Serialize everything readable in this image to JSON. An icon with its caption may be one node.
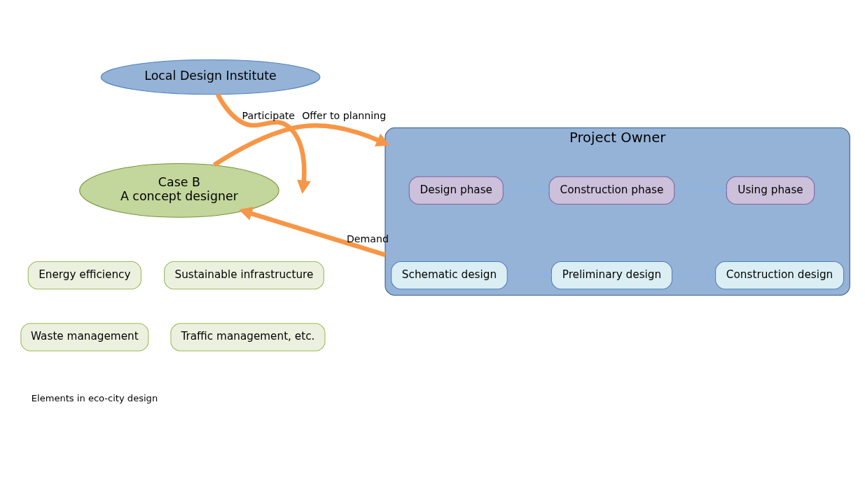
{
  "diagram": {
    "nodes": [
      {
        "text": [
          "Local Design Institute"
        ]
      },
      {
        "text": [
          "Case B",
          "A concept designer"
        ]
      },
      {
        "text": [
          "Project Owner"
        ]
      },
      {
        "text": [
          "Design phase"
        ],
        "in": 2
      },
      {
        "text": [
          "Construction phase"
        ],
        "in": 2
      },
      {
        "text": [
          "Using phase"
        ],
        "in": 2
      },
      {
        "text": [
          "Schematic design"
        ],
        "in": 2
      },
      {
        "text": [
          "Preliminary design"
        ],
        "in": 2
      },
      {
        "text": [
          "Construction design"
        ],
        "in": 2
      },
      {
        "text": [
          "Energy efficiency"
        ]
      },
      {
        "text": [
          "Sustainable infrastructure"
        ]
      },
      {
        "text": [
          "Waste management"
        ]
      },
      {
        "text": [
          "Traffic management, etc."
        ]
      }
    ],
    "edges": [
      {
        "from": 0,
        "to": null,
        "arrow": "to",
        "label": "Participate",
        "style": "thick",
        "color": "#f79646"
      },
      {
        "from": 1,
        "to": 2,
        "arrow": "to",
        "label": "Offer to planning",
        "style": "thick",
        "color": "#f79646"
      },
      {
        "from": 2,
        "to": 1,
        "arrow": "to",
        "label": "Demand",
        "style": "thick",
        "color": "#f79646"
      },
      {
        "from": 3,
        "to": 4,
        "arrow": "to"
      },
      {
        "from": 4,
        "to": 5,
        "arrow": "to"
      },
      {
        "from": 6,
        "to": 7,
        "arrow": "to"
      },
      {
        "from": 7,
        "to": 8,
        "arrow": "to"
      }
    ],
    "labels": [
      "Elements in eco-city design"
    ]
  }
}
